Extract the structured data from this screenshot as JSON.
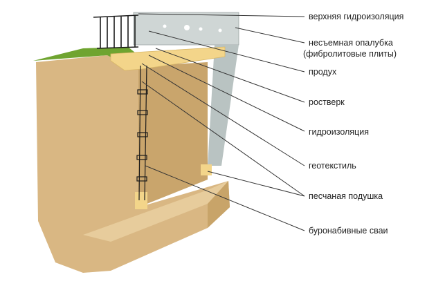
{
  "labels": {
    "top_waterproofing": "верхняя гидроизоляция",
    "formwork_line1": "несъемная опалубка",
    "formwork_line2": "(фибролитовые плиты)",
    "vent": "продух",
    "grillage": "ростверк",
    "waterproofing": "гидроизоляция",
    "geotextile": "геотекстиль",
    "sand_cushion": "песчаная подушка",
    "bored_piles": "буронабивные сваи"
  },
  "colors": {
    "soil": "#d9b783",
    "soil_shadow": "#c39a60",
    "grass": "#6fa430",
    "wall": "#cfd6d5",
    "sand": "#f3d58a",
    "rebar": "#1a1a1a",
    "leader": "#333333"
  }
}
